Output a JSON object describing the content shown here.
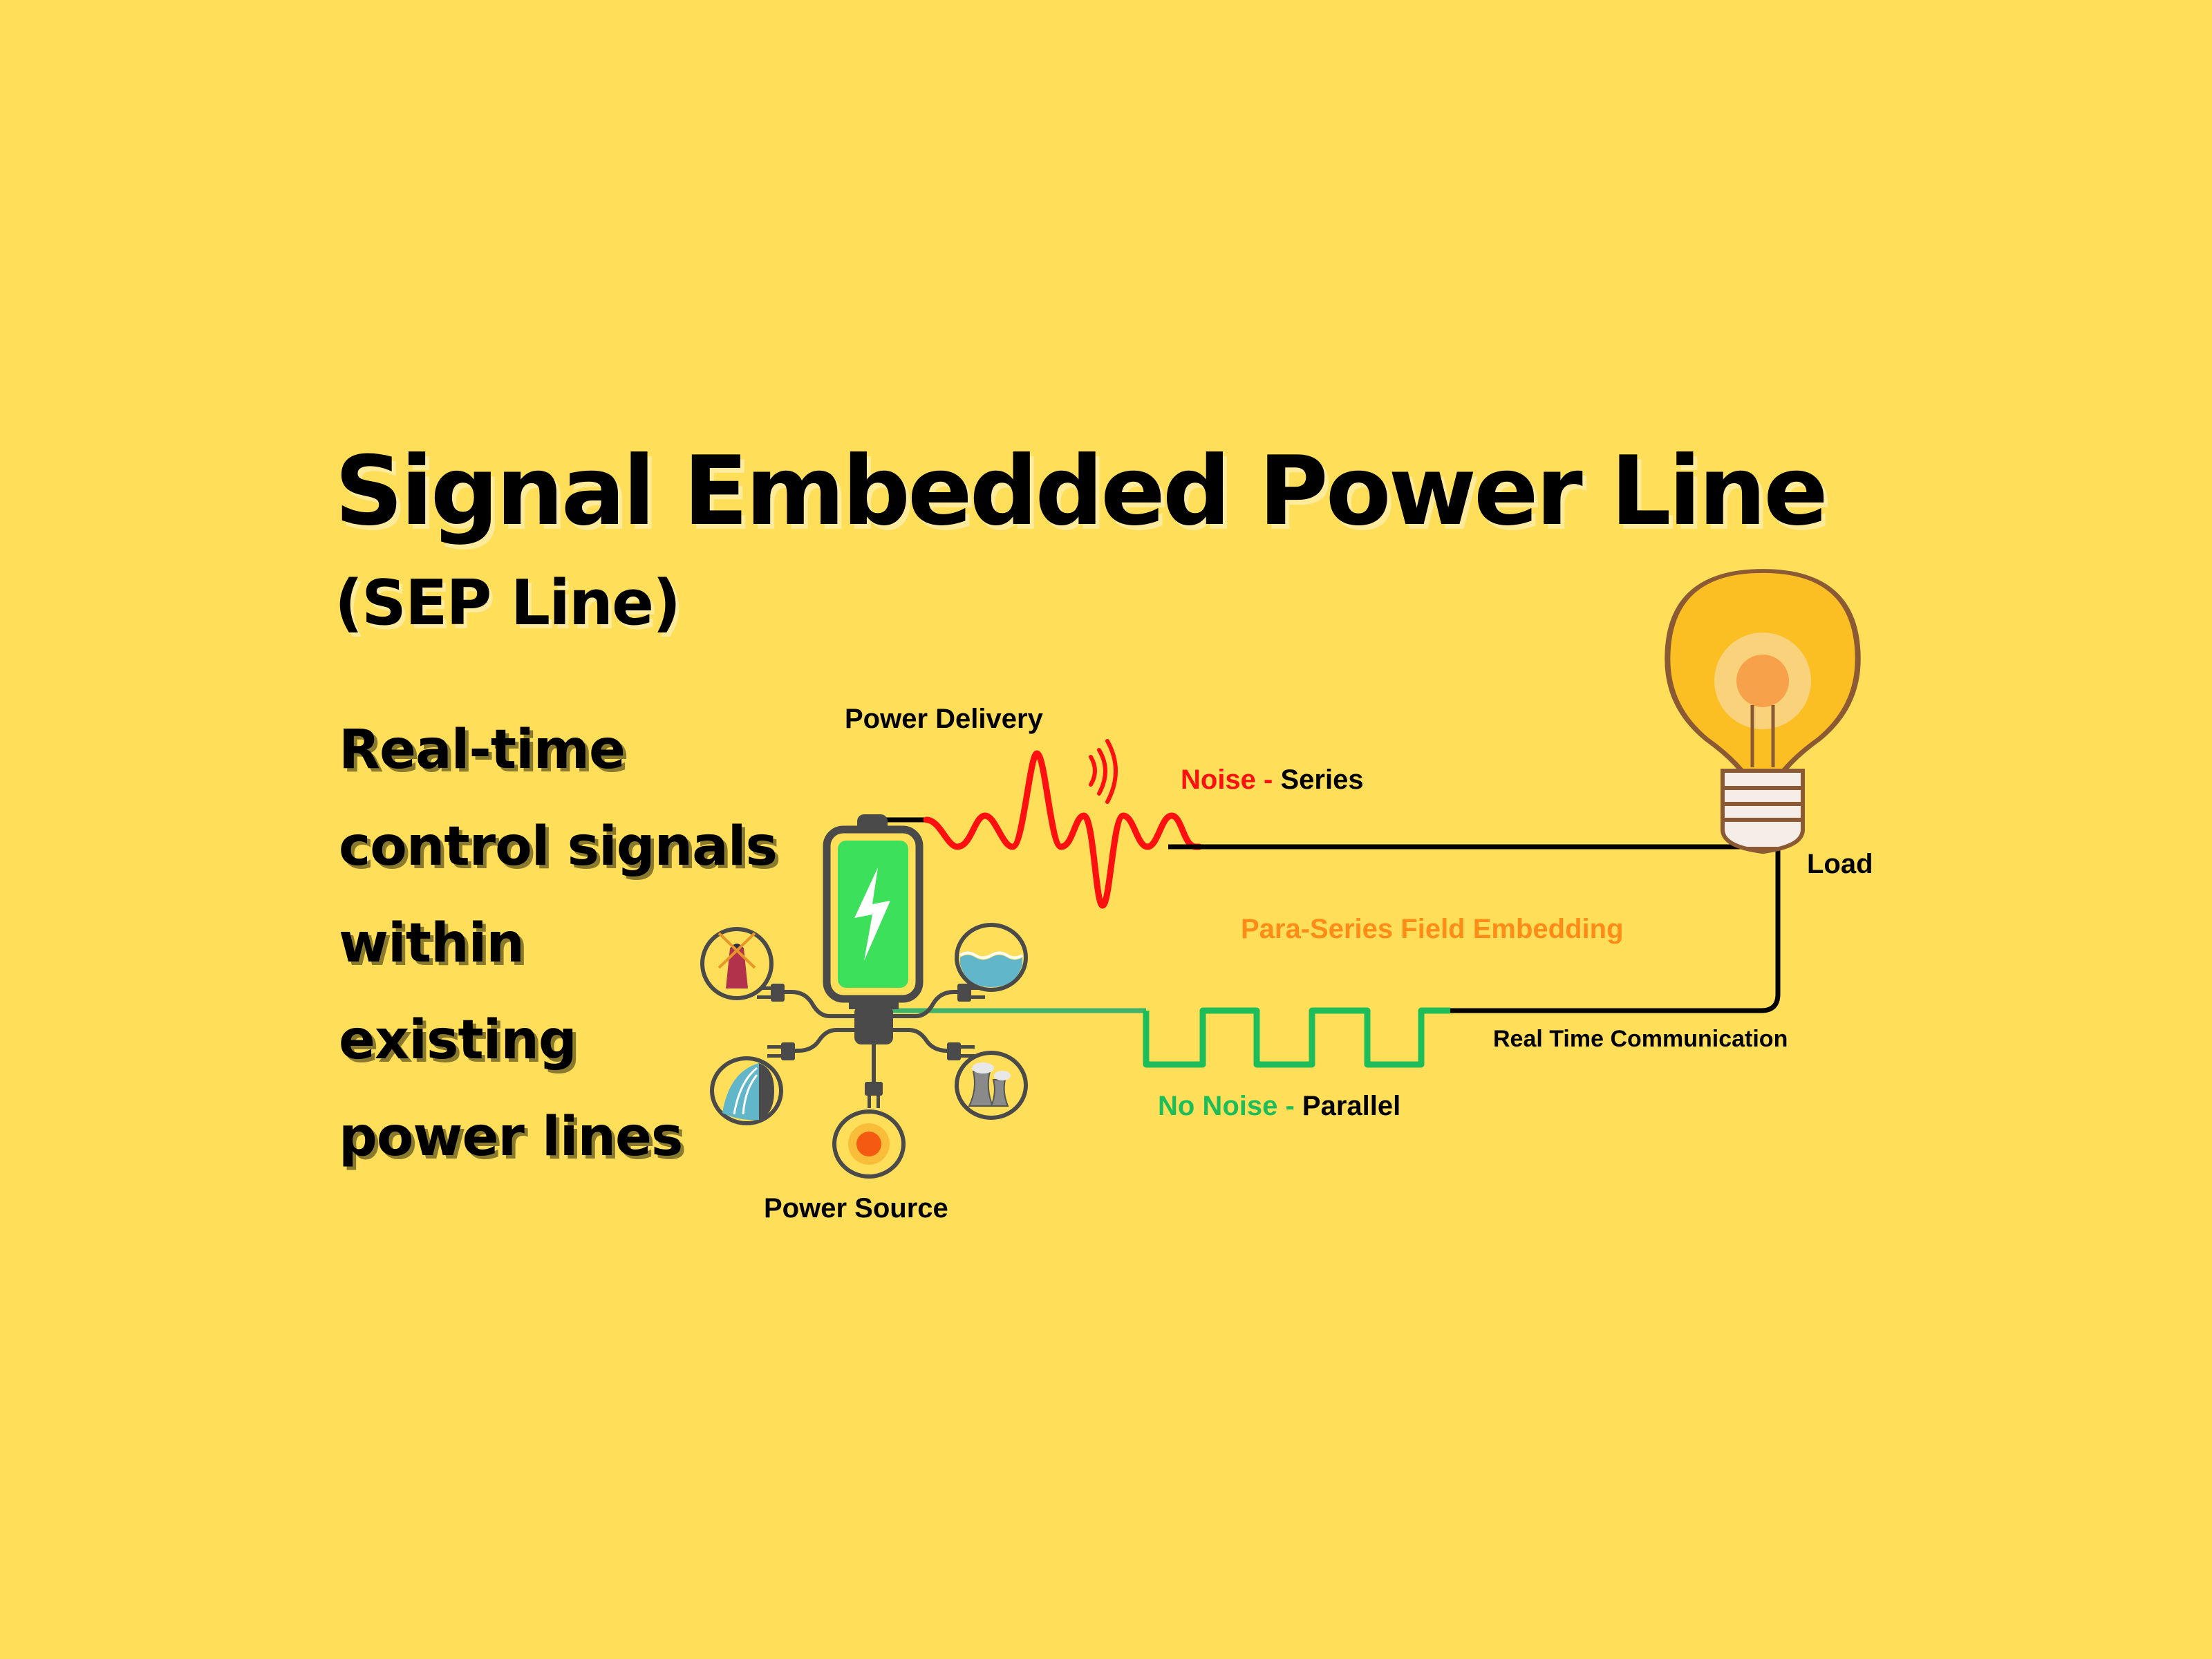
{
  "title": "Signal Embedded Power Line",
  "subtitle": "(SEP Line)",
  "tagline": [
    "Real-time",
    "control signals",
    "within",
    "existing",
    "power lines"
  ],
  "labels": {
    "power_delivery": "Power Delivery",
    "noise_prefix": "Noise - ",
    "noise_suffix": "Series",
    "no_noise_prefix": "No Noise - ",
    "no_noise_suffix": "Parallel",
    "para_series": "Para-Series Field Embedding",
    "real_time_comm": "Real Time Communication",
    "load": "Load",
    "power_source": "Power Source"
  },
  "power_sources": [
    "windmill",
    "water-wave",
    "hydro-dam",
    "solar-sun",
    "nuclear-cooling-tower"
  ],
  "colors": {
    "background": "#FFDF5A",
    "noise_wave": "#FF1010",
    "clean_signal": "#1DBE5A",
    "embedding_label": "#FF8C17",
    "battery_fill": "#3CE05A",
    "wire": "#000000"
  }
}
